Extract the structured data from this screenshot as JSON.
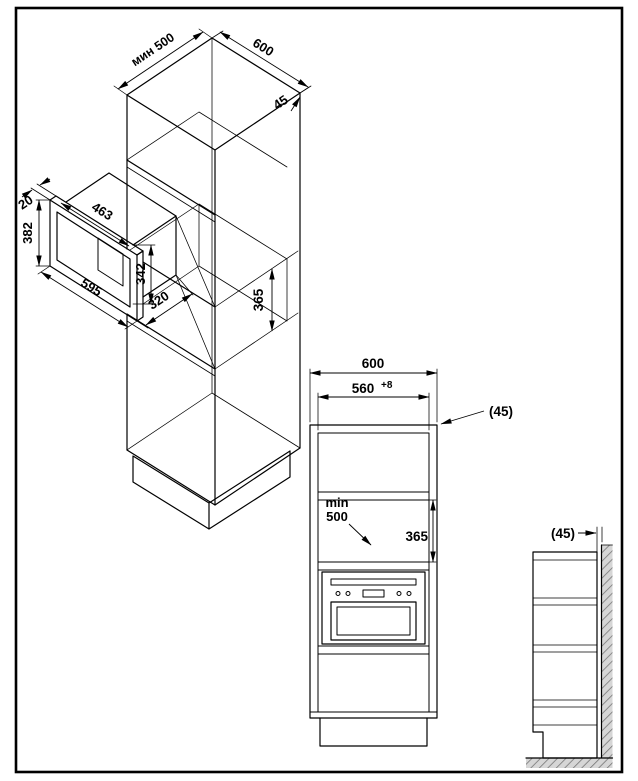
{
  "drawing": {
    "type": "installation-dimensions",
    "subject": "Built-in microwave oven niche installation drawing",
    "units": "mm"
  },
  "isometric_view": {
    "niche_min_depth": "мин 500",
    "cabinet_width": "600",
    "rear_gap": "45",
    "frame_clearance": "20",
    "body_width": "463",
    "appliance_height": "382",
    "body_height": "342",
    "appliance_width": "595",
    "body_depth": "320",
    "niche_height": "365"
  },
  "front_view": {
    "cabinet_width": "600",
    "niche_width": "560",
    "niche_width_tolerance": "+8",
    "niche_min_depth_word": "min",
    "niche_min_depth_value": "500",
    "niche_height": "365",
    "rear_gap": "(45)"
  },
  "side_view": {
    "rear_gap": "(45)"
  }
}
